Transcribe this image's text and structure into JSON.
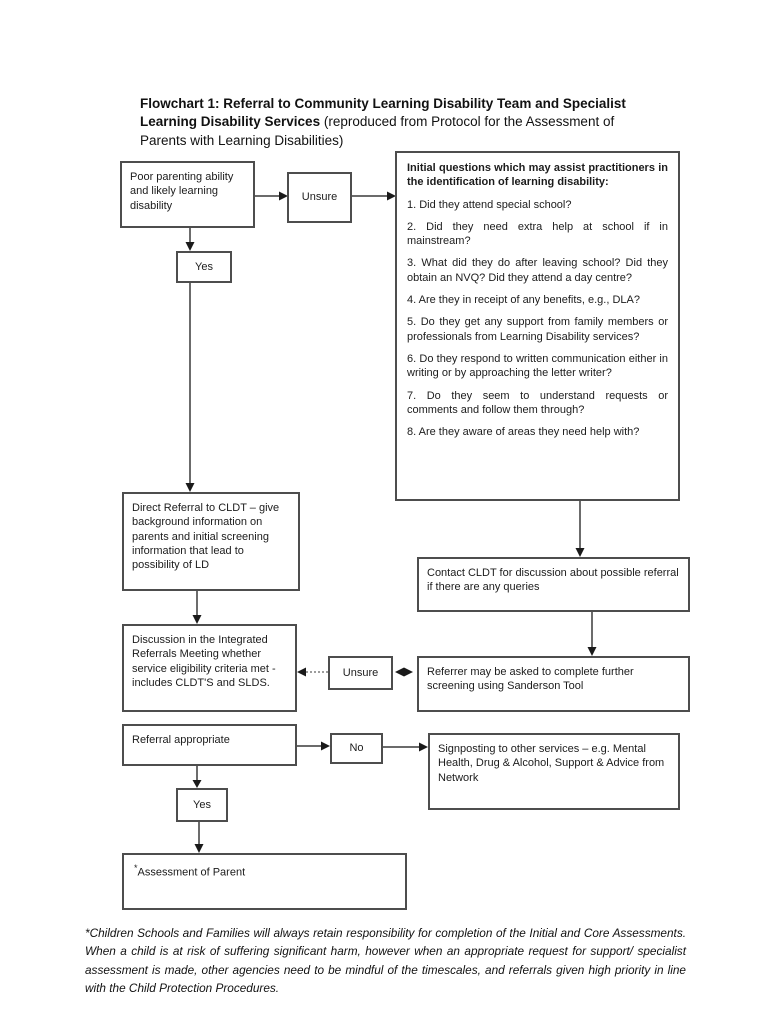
{
  "title": {
    "bold": "Flowchart 1: Referral to Community Learning Disability Team and Specialist Learning Disability Services",
    "normal": " (reproduced from Protocol for the Assessment of Parents with Learning Disabilities)"
  },
  "boxes": {
    "poor_parenting": "Poor parenting ability and likely learning disability",
    "unsure_top": "Unsure",
    "yes_top": "Yes",
    "questions_heading": "Initial questions which may assist practitioners in the identification of learning disability:",
    "questions": [
      "1. Did they attend special school?",
      "2. Did they need extra help at school if in mainstream?",
      "3. What did they do after leaving school? Did they obtain an NVQ? Did they attend a day centre?",
      "4. Are they in receipt of any benefits, e.g., DLA?",
      "5. Do they get any support from family members or professionals from Learning Disability services?",
      "6. Do they respond to written communication either in writing or by approaching the letter writer?",
      "7. Do they seem to understand requests or comments and follow them through?",
      "8. Are they aware of areas they need help with?"
    ],
    "direct_referral": "Direct Referral to CLDT – give background information on parents and initial screening information that lead to possibility of LD",
    "contact_cldt": "Contact CLDT for discussion about possible referral if there are any queries",
    "discussion": "Discussion in the Integrated Referrals Meeting whether service eligibility criteria met - includes CLDT'S and SLDS.",
    "unsure_mid": "Unsure",
    "referrer": "Referrer may be asked to complete further screening using Sanderson Tool",
    "referral_appropriate": "Referral appropriate",
    "no": "No",
    "signposting": "Signposting to other services – e.g. Mental Health, Drug & Alcohol, Support & Advice from Network",
    "yes_bottom": "Yes",
    "assessment_asterisk": "*",
    "assessment": "Assessment of Parent"
  },
  "footnote": "*Children Schools and Families will always retain responsibility for completion of the Initial and Core Assessments. When a child is at risk of suffering significant harm, however when an appropriate request for support/ specialist assessment is made, other agencies need to be mindful of the timescales, and referrals given high priority in line with the Child Protection Procedures.",
  "colors": {
    "line": "#3a3a3a",
    "arrow": "#1a1a1a",
    "border": "#4d4d4d",
    "background": "#ffffff"
  }
}
